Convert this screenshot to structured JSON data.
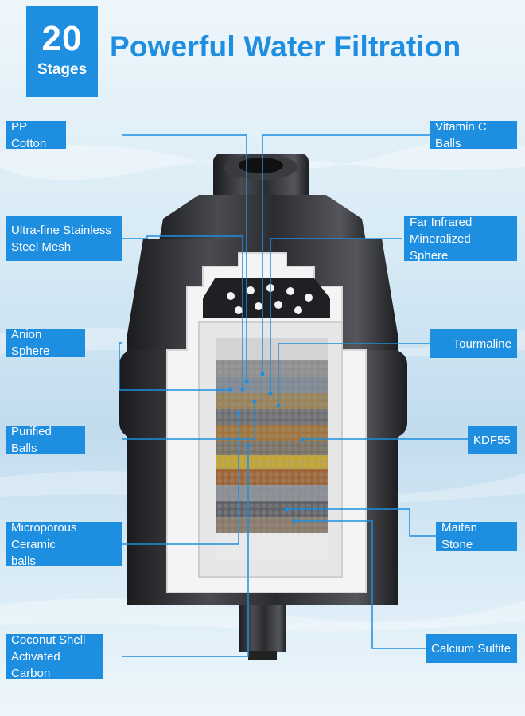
{
  "badge": {
    "number": "20",
    "caption": "Stages"
  },
  "headline": "Powerful Water Filtration",
  "colors": {
    "accent": "#1e8ee0",
    "housing": "#2e2f33",
    "shell": "#f2f2f2"
  },
  "labels_left": [
    {
      "id": "pp-cotton",
      "lines": [
        "PP Cotton"
      ]
    },
    {
      "id": "steel-mesh",
      "lines": [
        "Ultra-fine Stainless",
        "Steel Mesh"
      ]
    },
    {
      "id": "anion-sphere",
      "lines": [
        "Anion Sphere"
      ]
    },
    {
      "id": "purified-balls",
      "lines": [
        "Purified Balls"
      ]
    },
    {
      "id": "ceramic-balls",
      "lines": [
        "Microporous Ceramic",
        "balls"
      ]
    },
    {
      "id": "coconut-carbon",
      "lines": [
        "Coconut Shell",
        "Activated Carbon"
      ]
    }
  ],
  "labels_right": [
    {
      "id": "vitamin-c",
      "lines": [
        "Vitamin C Balls"
      ]
    },
    {
      "id": "far-infrared",
      "lines": [
        "Far Infrared",
        "Mineralized Sphere"
      ]
    },
    {
      "id": "tourmaline",
      "lines": [
        "Tourmaline"
      ]
    },
    {
      "id": "kdf55",
      "lines": [
        "KDF55"
      ]
    },
    {
      "id": "maifan-stone",
      "lines": [
        "Maifan Stone"
      ]
    },
    {
      "id": "calcium-sulfite",
      "lines": [
        "Calcium Sulfite"
      ]
    }
  ]
}
